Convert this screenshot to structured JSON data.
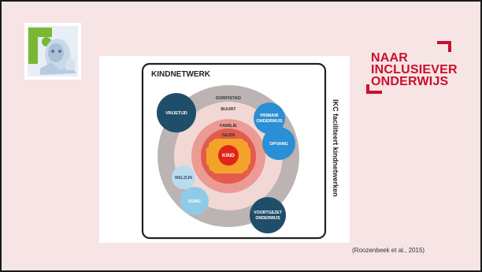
{
  "logo_left": {
    "icon": "child-photo-puzzle-logo"
  },
  "logo_right": {
    "lines": [
      "NAAR",
      "INCLUSIEVER",
      "ONDERWIJS"
    ],
    "color": "#c8102e"
  },
  "diagram": {
    "title": "KINDNETWERK",
    "side_label": "IKC faciliteert kindnetwerken",
    "rings": {
      "outer": "DORP/STAD",
      "buurt": "BUURT",
      "familie": "FAMILIE",
      "gezin": "GEZIN",
      "kind": "KIND"
    },
    "nodes": {
      "vrije_tijd": "VRIJETIJD",
      "primair_1": "PRIMAIR",
      "primair_2": "ONDERWIJS",
      "opvang": "OPVANG",
      "welzijn": "WELZIJN",
      "zorg": "ZORG",
      "voortgezet_1": "VOORTGEZET",
      "voortgezet_2": "ONDERWIJS"
    },
    "colors": {
      "dark_navy": "#1f4e6b",
      "blue": "#2a8fd4",
      "light_blue": "#8fcbe8",
      "ring_grey": "#bcb3b3",
      "ring_pale": "#f1d8d4",
      "ring_pink": "#ec9a94",
      "ring_salmon": "#e35b4c",
      "core_orange": "#f4a32a",
      "kind_red": "#e2231a"
    }
  },
  "citation": "(Roozenbeek et al., 2015)"
}
